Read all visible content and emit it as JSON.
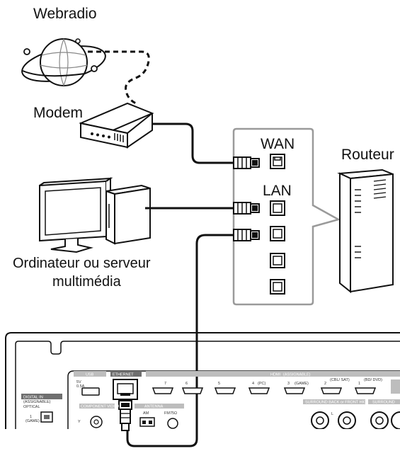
{
  "labels": {
    "webradio": "Webradio",
    "modem": "Modem",
    "wan": "WAN",
    "lan": "LAN",
    "router": "Routeur",
    "computer_line1": "Ordinateur ou serveur",
    "computer_line2": "multimédia"
  },
  "receiver": {
    "usb": "USB",
    "usb_rating_1": "5V",
    "usb_rating_2": "0.5A",
    "ethernet": "ETHERNET",
    "hdmi": "HDMI",
    "hdmi_sub": "(ASSIGNABLE)",
    "hdmi_inputs": [
      {
        "num": "7",
        "sub": ""
      },
      {
        "num": "6",
        "sub": ""
      },
      {
        "num": "5",
        "sub": ""
      },
      {
        "num": "4",
        "sub": "(PC)"
      },
      {
        "num": "3",
        "sub": "(GAME)"
      },
      {
        "num": "2",
        "sub": "(CBL/ SAT)"
      },
      {
        "num": "1",
        "sub": "(BD/ DVD)"
      }
    ],
    "digital_in": "DIGITAL IN",
    "digital_in_sub": "(ASSIGNABLE)",
    "optical": "OPTICAL",
    "optical_1": "1",
    "optical_game": "(GAME)",
    "component_video": "COMPONENT VIDEO",
    "antenna": "ANTENNA",
    "am": "AM",
    "fm": "FM75Ω",
    "surround_back": "SURROUND BACK or FRONT HIGH",
    "surround": "SURROUND",
    "speaker_l": "L",
    "y": "Y"
  },
  "colors": {
    "line": "#111111",
    "panel_border": "#9a9a9a",
    "receiver_gray": "#bdbdbd",
    "receiver_dark": "#6f6f6f"
  }
}
